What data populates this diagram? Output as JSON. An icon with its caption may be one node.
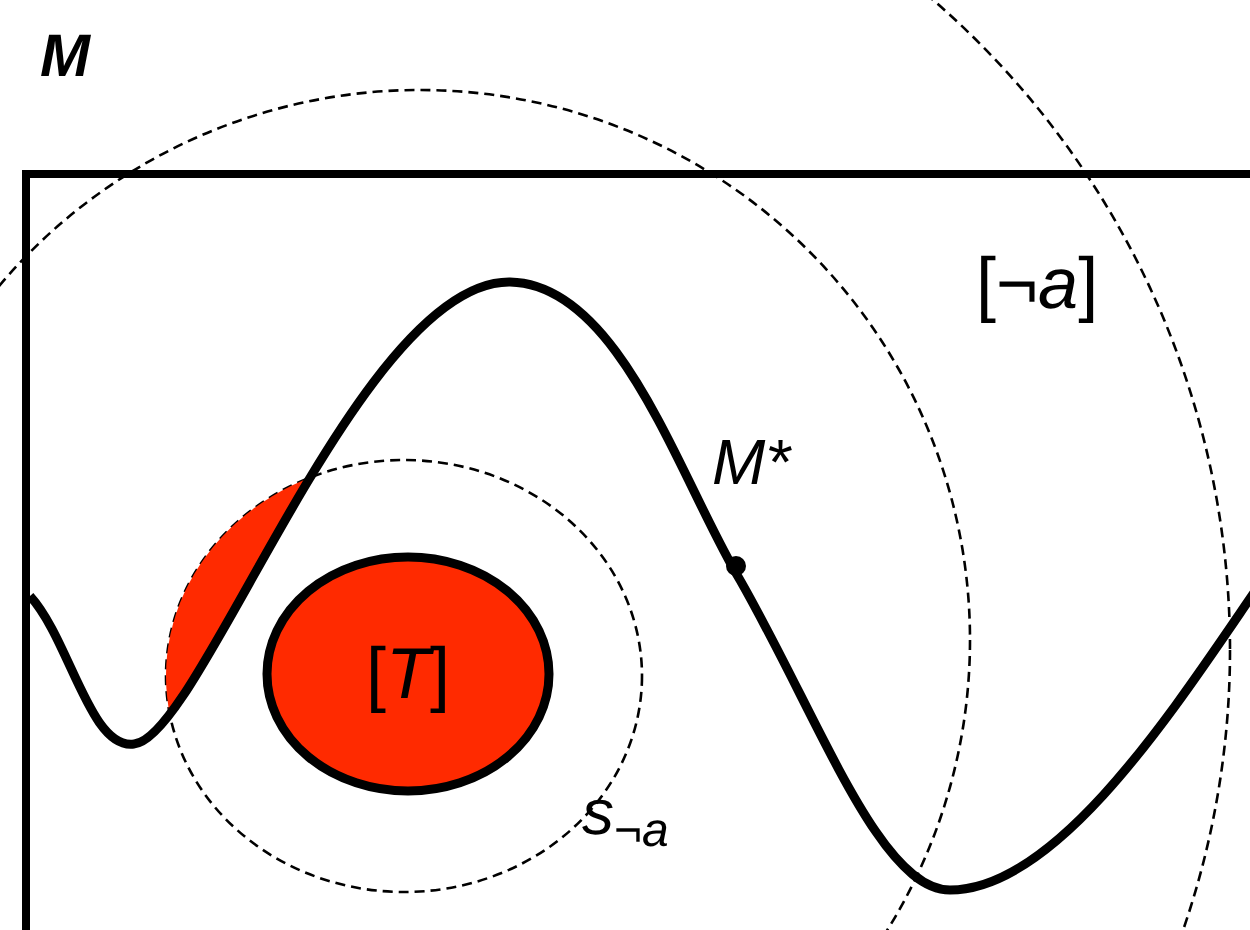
{
  "diagram": {
    "title": "M",
    "nodes": [
      {
        "text": [
          "[*T*]"
        ]
      }
    ],
    "labels": [
      "[¬*a*]",
      "M*",
      "s$_{¬a}$"
    ]
  }
}
